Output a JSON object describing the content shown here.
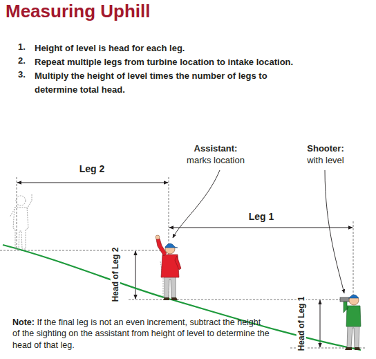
{
  "diagram": {
    "title": "Measuring Uphill",
    "labels": [
      "1.",
      "Height of level is head for each leg.",
      "2.",
      "Repeat multiple legs from turbine location to intake location.",
      "3.",
      "Multiply the height of level times the number of legs to determine total head.",
      "Leg 2",
      "Leg 1",
      "Assistant:",
      "marks location",
      "Shooter:",
      "with level",
      "Head of Leg 2",
      "Head of Leg 1",
      "Note:",
      "If the final leg is not an even increment, subtract the height of the sighting on the assistant from height of level to determine the head of that leg."
    ]
  }
}
